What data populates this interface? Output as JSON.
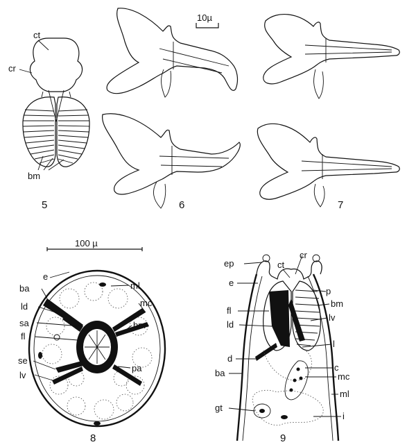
{
  "figures": {
    "fig5": {
      "number": "5",
      "labels": {
        "ct": "ct",
        "cr": "cr",
        "bm": "bm"
      }
    },
    "fig6": {
      "number": "6",
      "scale": "10µ"
    },
    "fig7": {
      "number": "7"
    },
    "fig8": {
      "number": "8",
      "scale": "100 µ",
      "labels": {
        "e": "e",
        "ml": "ml",
        "ba": "ba",
        "mc": "mc",
        "ld": "ld",
        "sa": "sa",
        "bm": "bm",
        "fl": "fl",
        "se": "se",
        "lv": "lv",
        "pa": "pa"
      }
    },
    "fig9": {
      "number": "9",
      "labels": {
        "ct": "ct",
        "cr": "cr",
        "ep": "ep",
        "e": "e",
        "p": "p",
        "bm": "bm",
        "fl": "fl",
        "lv": "lv",
        "ld": "ld",
        "l": "l",
        "d": "d",
        "c": "c",
        "ba": "ba",
        "mc": "mc",
        "ml": "ml",
        "gt": "gt",
        "i": "i"
      }
    }
  }
}
